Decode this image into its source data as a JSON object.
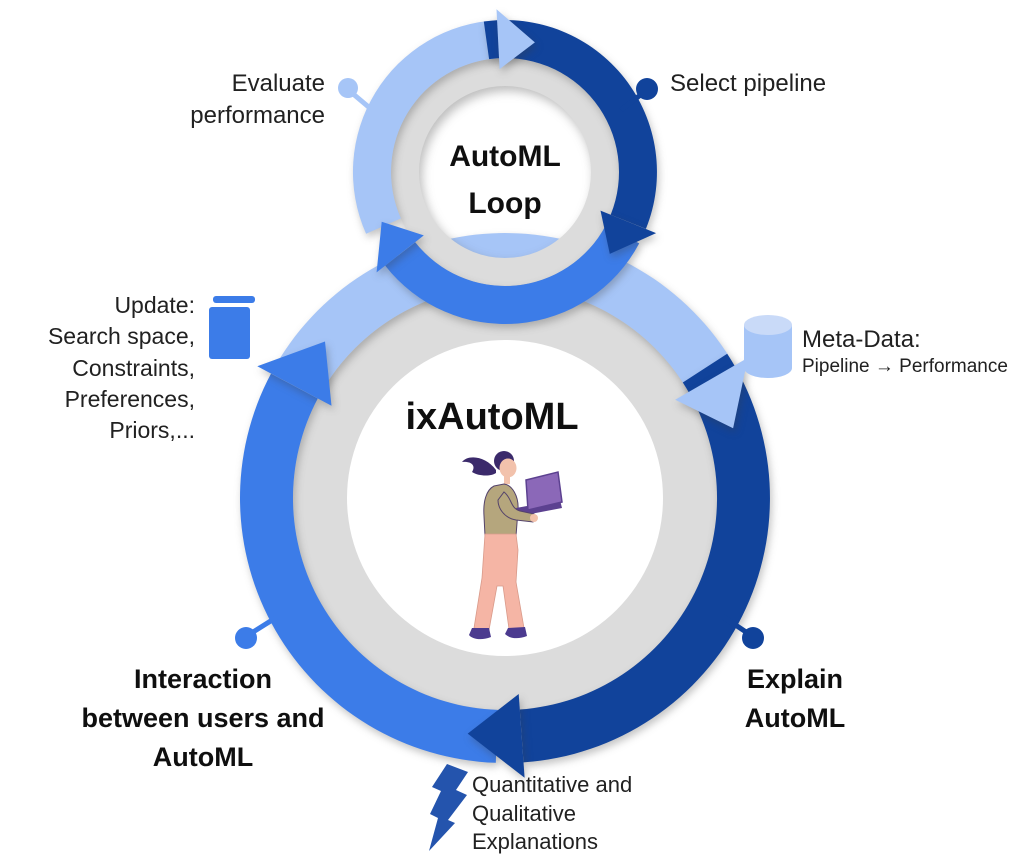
{
  "colors": {
    "light_blue": "#a6c5f7",
    "medium_blue": "#3c7ce8",
    "dark_blue": "#11439b",
    "ring_gray": "#dcdcdc",
    "bolt_blue": "#2454ad",
    "cylinder_top": "#c9daf8",
    "text": "#212121"
  },
  "small_loop": {
    "title_lines": [
      "AutoML",
      "Loop"
    ],
    "steps": [
      {
        "label_lines": [
          "Evaluate",
          "performance"
        ],
        "arc_color": "light_blue"
      },
      {
        "label_lines": [
          "Select pipeline"
        ],
        "arc_color": "dark_blue"
      }
    ]
  },
  "big_loop": {
    "title": "ixAutoML",
    "update_label_lines": [
      "Update:",
      "Search space,",
      "Constraints,",
      "Preferences,",
      "Priors,..."
    ],
    "meta_data": {
      "title": "Meta-Data:",
      "detail": "Pipeline → Performance"
    },
    "interaction_label_lines": [
      "Interaction",
      "between users and",
      "AutoML"
    ],
    "explain_label_lines": [
      "Explain",
      "AutoML"
    ],
    "explanations_label_lines": [
      "Quantitative and",
      "Qualitative",
      "Explanations"
    ]
  }
}
